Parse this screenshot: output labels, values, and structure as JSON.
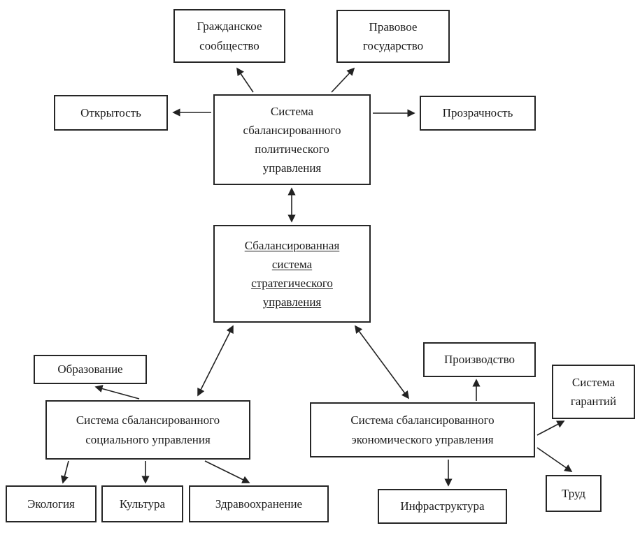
{
  "diagram": {
    "nodes": {
      "civil_society": "Гражданское сообщество",
      "legal_state": "Правовое государство",
      "openness": "Открытость",
      "political_system": "Система сбалансированного политического управления",
      "transparency": "Прозрачность",
      "strategic_system": "Сбалансированная система стратегического управления",
      "education": "Образование",
      "social_system": "Система сбалансированного социального управления",
      "production": "Производство",
      "economic_system": "Система сбалансированного экономического управления",
      "guarantee_system": "Система гарантий",
      "ecology": "Экология",
      "culture": "Культура",
      "healthcare": "Здравоохранение",
      "infrastructure": "Инфраструктура",
      "labor": "Труд"
    },
    "edges": [
      {
        "from": "political_system",
        "to": "civil_society",
        "direction": "single"
      },
      {
        "from": "political_system",
        "to": "legal_state",
        "direction": "single"
      },
      {
        "from": "political_system",
        "to": "openness",
        "direction": "single"
      },
      {
        "from": "political_system",
        "to": "transparency",
        "direction": "single"
      },
      {
        "from": "political_system",
        "to": "strategic_system",
        "direction": "double"
      },
      {
        "from": "strategic_system",
        "to": "social_system",
        "direction": "double"
      },
      {
        "from": "strategic_system",
        "to": "economic_system",
        "direction": "double"
      },
      {
        "from": "social_system",
        "to": "education",
        "direction": "single"
      },
      {
        "from": "social_system",
        "to": "ecology",
        "direction": "single"
      },
      {
        "from": "social_system",
        "to": "culture",
        "direction": "single"
      },
      {
        "from": "social_system",
        "to": "healthcare",
        "direction": "single"
      },
      {
        "from": "economic_system",
        "to": "production",
        "direction": "single"
      },
      {
        "from": "economic_system",
        "to": "guarantee_system",
        "direction": "single"
      },
      {
        "from": "economic_system",
        "to": "labor",
        "direction": "single"
      },
      {
        "from": "economic_system",
        "to": "infrastructure",
        "direction": "single"
      }
    ],
    "colors": {
      "line": "#222222",
      "box_border": "#262626",
      "background": "#ffffff",
      "text": "#1c1c1c"
    }
  }
}
